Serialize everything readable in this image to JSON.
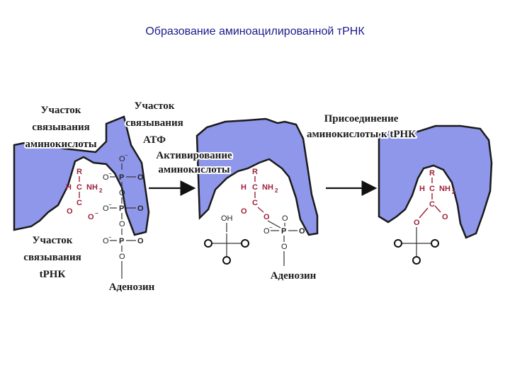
{
  "title": "Образование аминоацилированной тРНК",
  "labels": {
    "amino_site": [
      "Участок",
      "связывания",
      "аминокислоты"
    ],
    "atp_site": [
      "Участок",
      "связывания",
      "АТФ"
    ],
    "activation": [
      "Активирование",
      "аминокислоты"
    ],
    "trna_site": [
      "Участок",
      "связывания",
      "tРНК"
    ],
    "attachment": [
      "Присоединение",
      "аминокислоты к tРНК"
    ],
    "adenosine_1": "Аденозин",
    "adenosine_2": "Аденозин"
  },
  "chem": {
    "R": "R",
    "H": "H",
    "C": "C",
    "NH": "NH",
    "two": "2",
    "O": "O",
    "P": "P",
    "OH": "OH",
    "minus": "−"
  },
  "colors": {
    "enzyme": "#8f97ea",
    "enzyme_outline": "#1a1a1a",
    "amino_acid": "#a0203a",
    "title": "#1a1a8c"
  }
}
